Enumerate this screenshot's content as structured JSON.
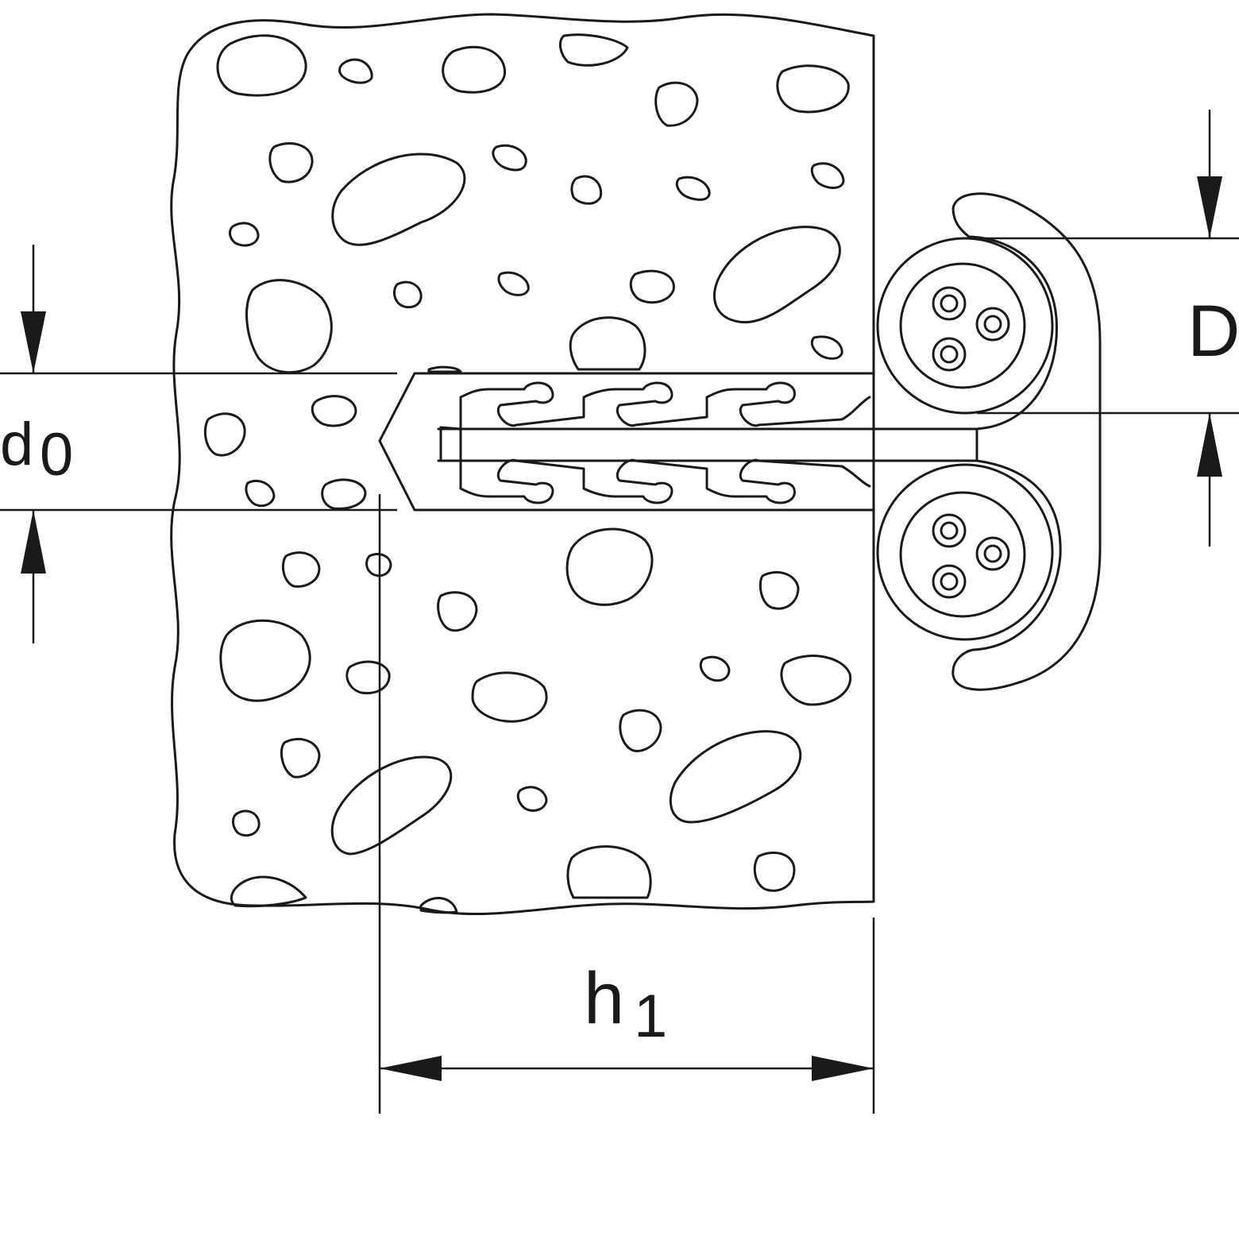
{
  "diagram": {
    "labels": {
      "d_main": "d",
      "d_sub": "0",
      "h_main": "h",
      "h_sub": "1",
      "D_label": "D"
    },
    "colors": {
      "ink": "#1a1a1a",
      "background": "#ffffff"
    }
  }
}
